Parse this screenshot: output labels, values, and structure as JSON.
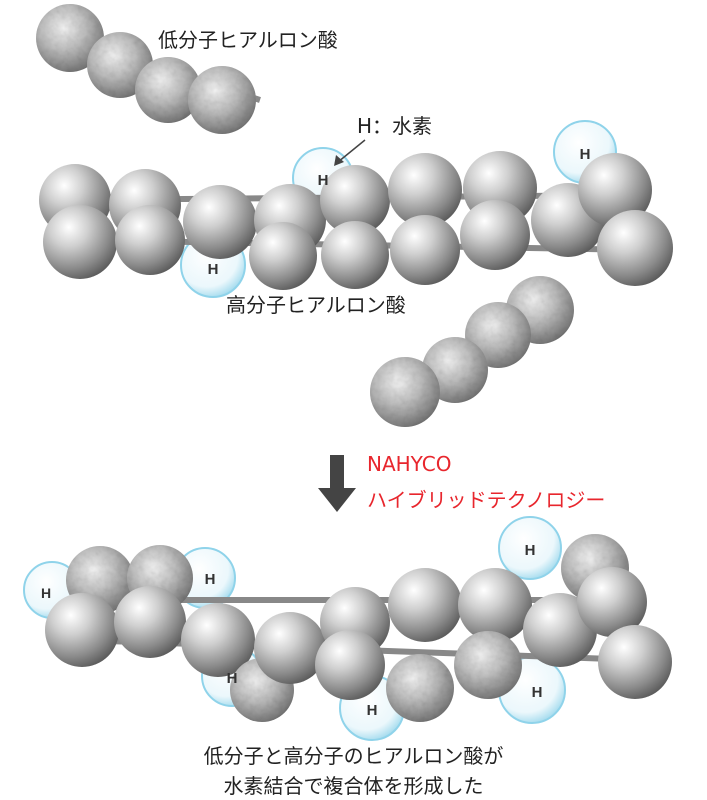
{
  "labels": {
    "low_mw": "低分子ヒアルロン酸",
    "hydrogen": "H：水素",
    "high_mw": "高分子ヒアルロン酸",
    "brand": "NAHYCO",
    "technology": "ハイブリッドテクノロジー",
    "caption_line1": "低分子と高分子のヒアルロン酸が",
    "caption_line2": "水素結合で複合体を形成した"
  },
  "hydrogen_symbol": "H",
  "colors": {
    "accent_red": "#e8262d",
    "arrow": "#444444",
    "bubble": "#8fd3ea"
  },
  "icons": [
    "down-arrow-icon",
    "hydrogen-bubble-icon"
  ]
}
